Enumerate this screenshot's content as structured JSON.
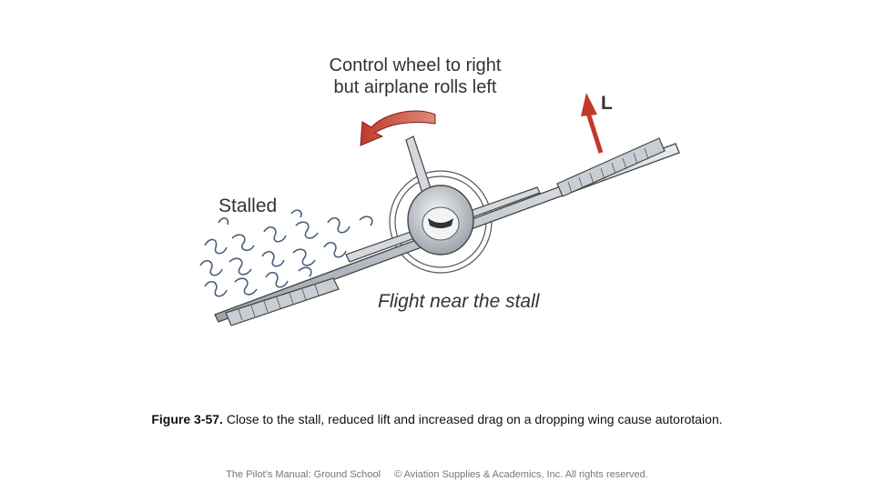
{
  "figure": {
    "label_control_line1": "Control wheel to right",
    "label_control_line2": "but airplane rolls left",
    "label_stalled": "Stalled",
    "label_lift": "L",
    "label_flight": "Flight near the stall"
  },
  "caption": {
    "number": "Figure 3-57.",
    "text": "Close to the stall, reduced lift and increased drag on a dropping wing cause autorotaion."
  },
  "footer": {
    "left": "The Pilot’s Manual: Ground School",
    "right": "© Aviation Supplies & Academics, Inc. All rights reserved."
  },
  "colors": {
    "arrow": "#c0392b",
    "airframe": "#b9bfc6",
    "outline": "#444444"
  }
}
